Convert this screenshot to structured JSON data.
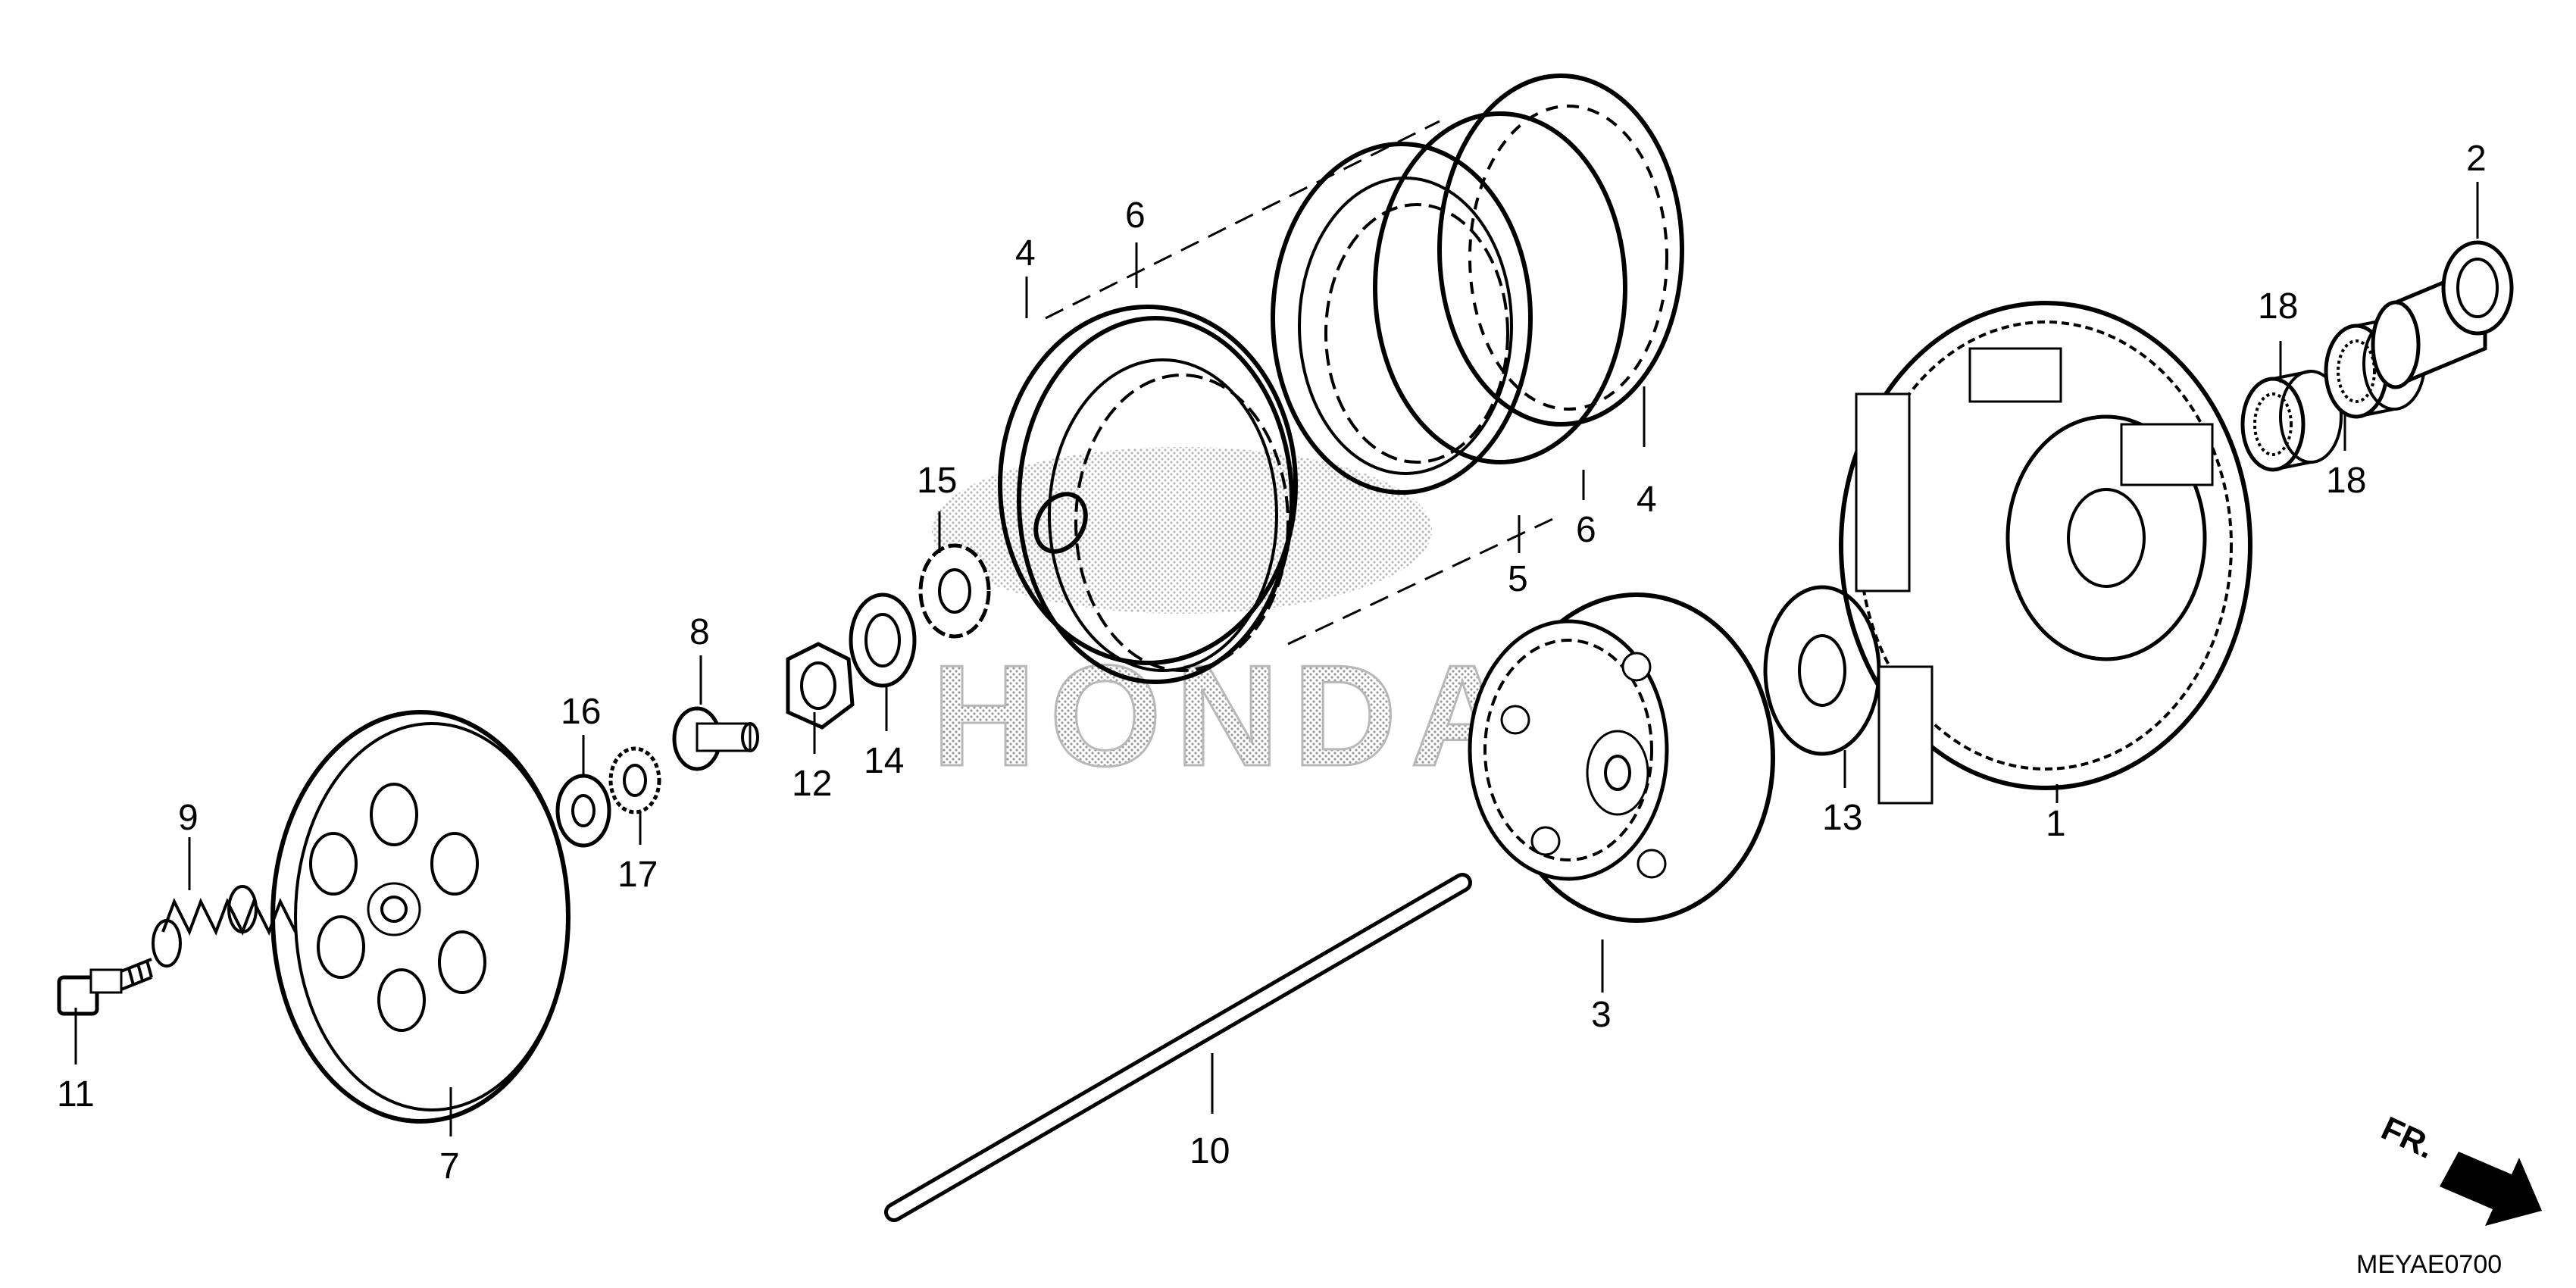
{
  "watermark": "HONDA",
  "diagram_code": "MEYAE0700",
  "direction_marker": "FR.",
  "callouts": {
    "c1": "1",
    "c2": "2",
    "c3": "3",
    "c4a": "4",
    "c4b": "4",
    "c5": "5",
    "c6a": "6",
    "c6b": "6",
    "c7": "7",
    "c8": "8",
    "c9": "9",
    "c10": "10",
    "c11": "11",
    "c12": "12",
    "c13": "13",
    "c14": "14",
    "c15": "15",
    "c16": "16",
    "c17": "17",
    "c18a": "18",
    "c18b": "18"
  },
  "icons": {
    "direction": "arrow-right-down-icon"
  }
}
